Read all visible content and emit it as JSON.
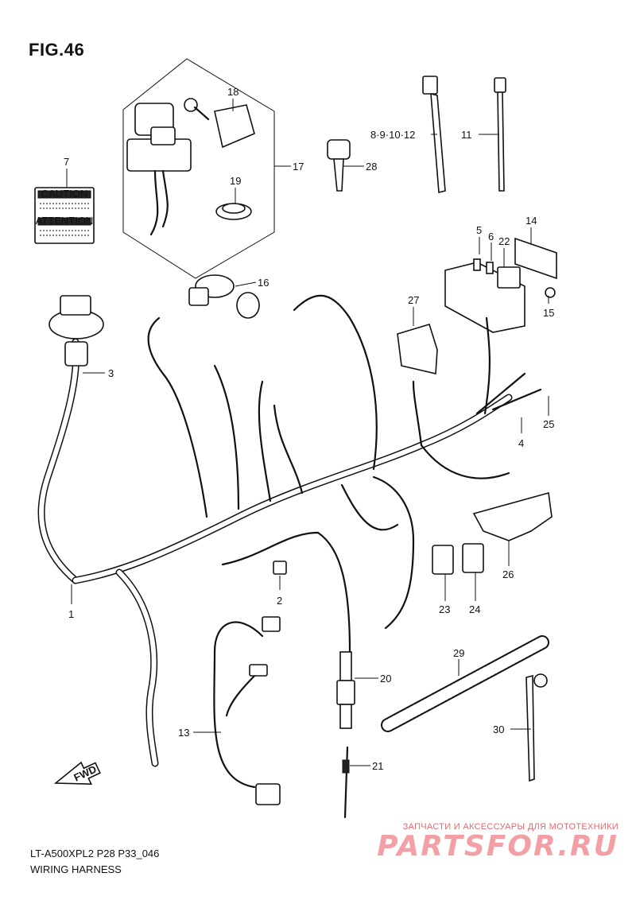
{
  "figure": {
    "title": "FIG.46",
    "model_code": "LT-A500XPL2 P28 P33_046",
    "name": "WIRING HARNESS"
  },
  "callouts": [
    {
      "id": "c1",
      "label": "1"
    },
    {
      "id": "c2",
      "label": "2"
    },
    {
      "id": "c3",
      "label": "3"
    },
    {
      "id": "c4",
      "label": "4"
    },
    {
      "id": "c5",
      "label": "5"
    },
    {
      "id": "c6",
      "label": "6"
    },
    {
      "id": "c7",
      "label": "7"
    },
    {
      "id": "c8",
      "label": "8·9·10·12"
    },
    {
      "id": "c11",
      "label": "11"
    },
    {
      "id": "c13",
      "label": "13"
    },
    {
      "id": "c14",
      "label": "14"
    },
    {
      "id": "c15",
      "label": "15"
    },
    {
      "id": "c16",
      "label": "16"
    },
    {
      "id": "c17",
      "label": "17"
    },
    {
      "id": "c18",
      "label": "18"
    },
    {
      "id": "c19",
      "label": "19"
    },
    {
      "id": "c20",
      "label": "20"
    },
    {
      "id": "c21",
      "label": "21"
    },
    {
      "id": "c22",
      "label": "22"
    },
    {
      "id": "c23",
      "label": "23"
    },
    {
      "id": "c24",
      "label": "24"
    },
    {
      "id": "c25",
      "label": "25"
    },
    {
      "id": "c26",
      "label": "26"
    },
    {
      "id": "c27",
      "label": "27"
    },
    {
      "id": "c28",
      "label": "28"
    },
    {
      "id": "c29",
      "label": "29"
    },
    {
      "id": "c30",
      "label": "30"
    }
  ],
  "label_sticker": {
    "top": "CAUTION",
    "bottom": "ATTENTION"
  },
  "fwd_arrow": "FWD",
  "watermark": {
    "subtitle": "ЗАПЧАСТИ И АКСЕССУАРЫ ДЛЯ МОТОТЕХНИКИ",
    "brand": "PARTSFOR.RU"
  }
}
